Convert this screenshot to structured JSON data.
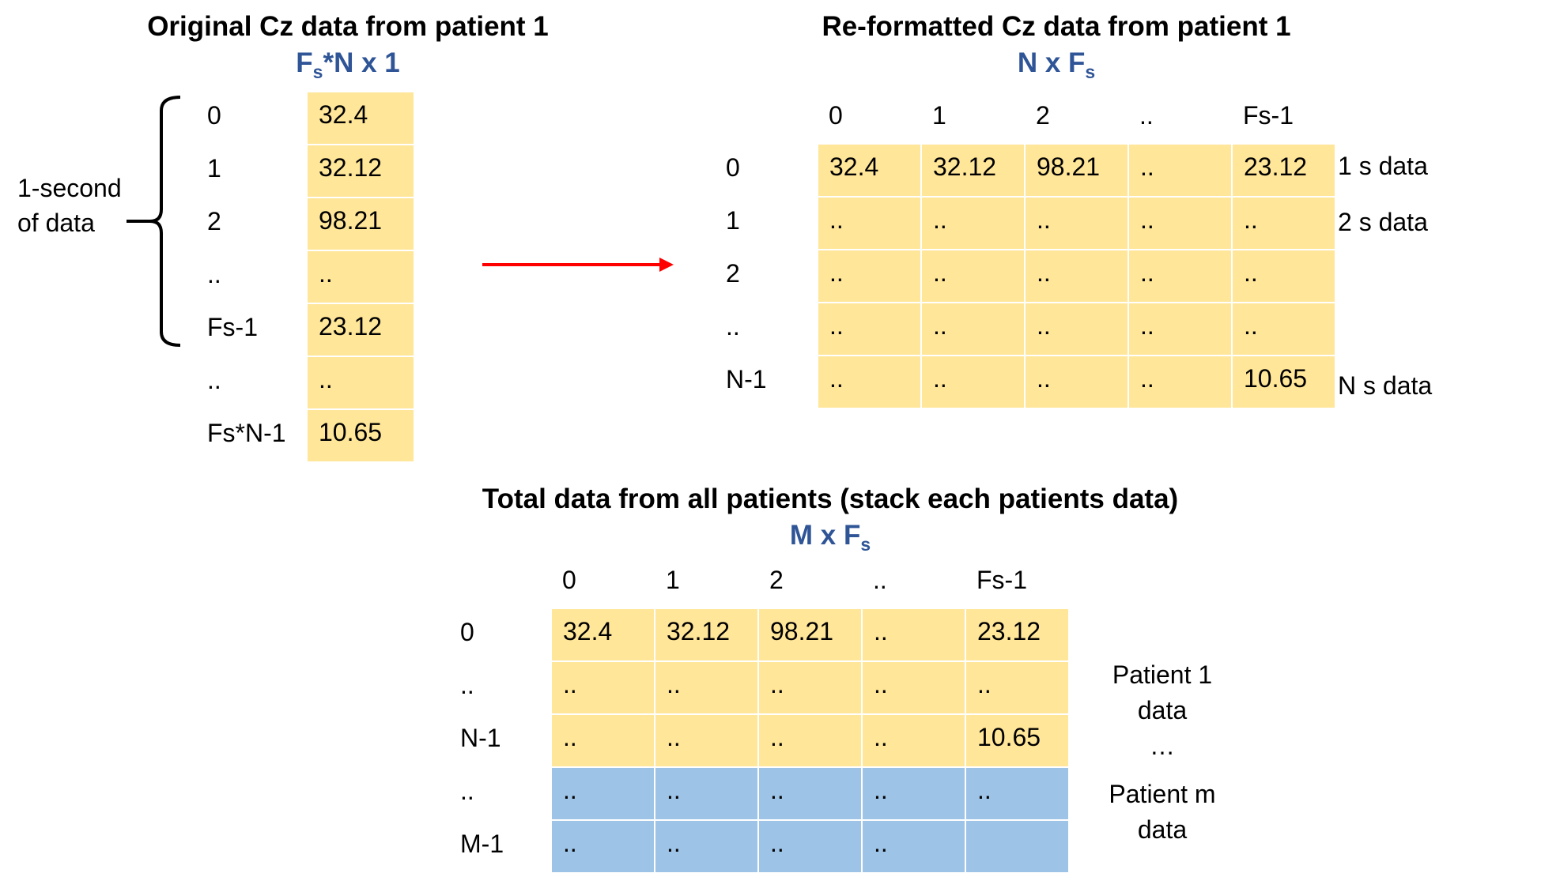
{
  "colors": {
    "accent_text": "#2f5597",
    "yellow_cell": "#ffe699",
    "blue_cell": "#9dc3e6",
    "arrow": "#ff0000"
  },
  "original": {
    "title": "Original Cz data from patient 1",
    "dim_main": "F",
    "dim_sub": "s",
    "dim_rest": "*N x 1",
    "brace_label_line1": "1-second",
    "brace_label_line2": "of data",
    "row_labels": [
      "0",
      "1",
      "2",
      "..",
      "Fs-1",
      "..",
      "Fs*N-1"
    ],
    "values": [
      "32.4",
      "32.12",
      "98.21",
      "..",
      "23.12",
      "..",
      "10.65"
    ]
  },
  "reformatted": {
    "title": "Re-formatted Cz data from patient 1",
    "dim_main": "N x F",
    "dim_sub": "s",
    "col_labels": [
      "0",
      "1",
      "2",
      "..",
      "Fs-1"
    ],
    "row_labels": [
      "0",
      "1",
      "2",
      "..",
      "N-1"
    ],
    "rows": [
      [
        "32.4",
        "32.12",
        "98.21",
        "..",
        "23.12"
      ],
      [
        "..",
        "..",
        "..",
        "..",
        ".."
      ],
      [
        "..",
        "..",
        "..",
        "..",
        ".."
      ],
      [
        "..",
        "..",
        "..",
        "..",
        ".."
      ],
      [
        "..",
        "..",
        "..",
        "..",
        "10.65"
      ]
    ],
    "side_labels": [
      "1 s data",
      "2 s data",
      "N s data"
    ]
  },
  "total": {
    "title": "Total data from all patients (stack each patients data)",
    "dim_main": "M x F",
    "dim_sub": "s",
    "col_labels": [
      "0",
      "1",
      "2",
      "..",
      "Fs-1"
    ],
    "row_labels": [
      "0",
      "..",
      "N-1",
      "..",
      "M-1"
    ],
    "rows": [
      [
        "32.4",
        "32.12",
        "98.21",
        "..",
        "23.12"
      ],
      [
        "..",
        "..",
        "..",
        "..",
        ".."
      ],
      [
        "..",
        "..",
        "..",
        "..",
        "10.65"
      ],
      [
        "..",
        "..",
        "..",
        "..",
        ".."
      ],
      [
        "..",
        "..",
        "..",
        "..",
        ""
      ]
    ],
    "row_colors": [
      "yellow",
      "yellow",
      "yellow",
      "blue",
      "blue"
    ],
    "patient1_label_line1": "Patient 1",
    "patient1_label_line2": "data",
    "ellipsis": "…",
    "patientm_label_line1": "Patient m",
    "patientm_label_line2": "data"
  }
}
